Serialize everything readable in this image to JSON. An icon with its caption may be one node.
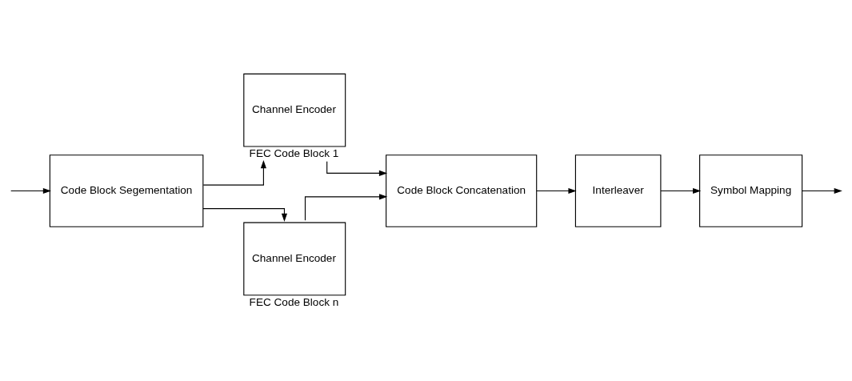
{
  "diagram": {
    "nodes": [
      {
        "text": [
          "Code Block Segementation"
        ]
      },
      {
        "text": [
          "Channel Encoder"
        ],
        "beside": [
          "FEC Code Block 1"
        ]
      },
      {
        "text": [
          "Channel Encoder"
        ],
        "beside": [
          "FEC Code Block n"
        ]
      },
      {
        "text": [
          "Code Block Concatenation"
        ]
      },
      {
        "text": [
          "Interleaver"
        ]
      },
      {
        "text": [
          "Symbol Mapping"
        ]
      }
    ],
    "edges": [
      {
        "from": null,
        "to": 0,
        "arrow": "to"
      },
      {
        "from": 0,
        "to": 1,
        "arrow": "to"
      },
      {
        "from": 0,
        "to": 2,
        "arrow": "to"
      },
      {
        "from": 1,
        "to": 3,
        "arrow": "to"
      },
      {
        "from": 2,
        "to": 3,
        "arrow": "to"
      },
      {
        "from": 3,
        "to": 4,
        "arrow": "to"
      },
      {
        "from": 4,
        "to": 5,
        "arrow": "to"
      },
      {
        "from": 5,
        "to": null,
        "arrow": "to"
      }
    ]
  }
}
